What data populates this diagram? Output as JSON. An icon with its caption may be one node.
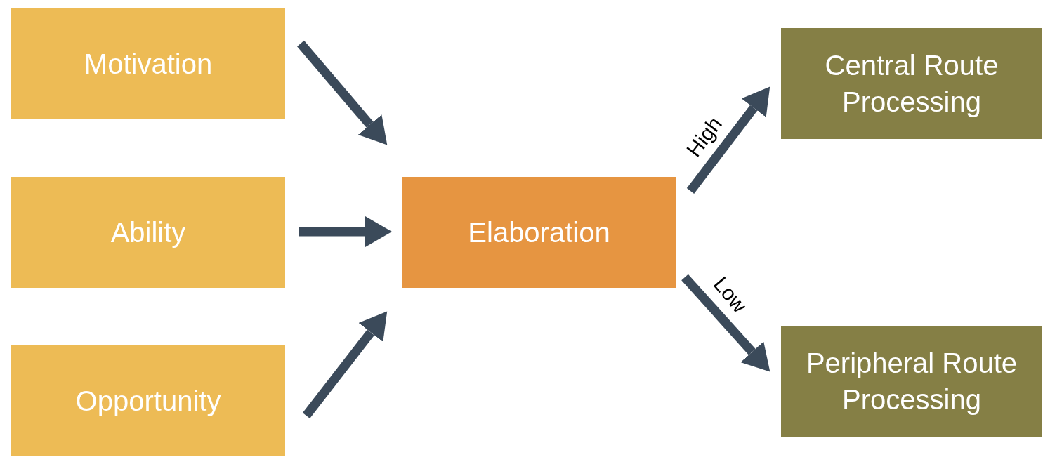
{
  "diagram": {
    "nodes": [
      {
        "text": [
          "Motivation"
        ]
      },
      {
        "text": [
          "Ability"
        ]
      },
      {
        "text": [
          "Opportunity"
        ]
      },
      {
        "text": [
          "Elaboration"
        ]
      },
      {
        "text": [
          "Central Route Processing"
        ]
      },
      {
        "text": [
          "Peripheral Route Processing"
        ]
      }
    ],
    "edges": [
      {
        "from": 0,
        "to": 3,
        "arrow": "to"
      },
      {
        "from": 1,
        "to": 3,
        "arrow": "to"
      },
      {
        "from": 2,
        "to": 3,
        "arrow": "to"
      },
      {
        "from": 3,
        "to": 4,
        "label": "High",
        "arrow": "to"
      },
      {
        "from": 3,
        "to": 5,
        "label": "Low",
        "arrow": "to"
      }
    ]
  }
}
